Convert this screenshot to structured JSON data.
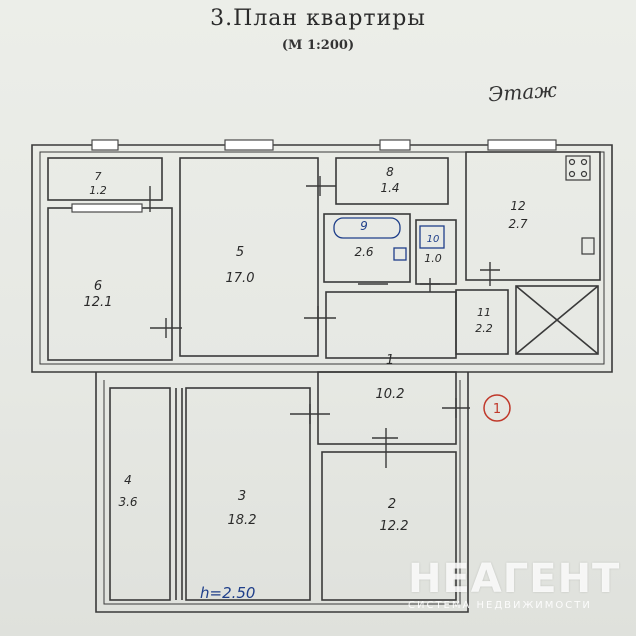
{
  "header": {
    "title": "3.План квартиры",
    "scale": "(М 1:200)",
    "floor_note": "Этаж"
  },
  "rooms": [
    {
      "number": "1",
      "area": "10.2"
    },
    {
      "number": "2",
      "area": "12.2"
    },
    {
      "number": "3",
      "area": "18.2"
    },
    {
      "number": "4",
      "area": "3.6"
    },
    {
      "number": "5",
      "area": "17.0"
    },
    {
      "number": "6",
      "area": "12.1"
    },
    {
      "number": "7",
      "area": "1.2"
    },
    {
      "number": "8",
      "area": "1.4"
    },
    {
      "number": "9",
      "area": "2.6"
    },
    {
      "number": "10",
      "area": "1.0"
    },
    {
      "number": "11",
      "area": "2.2"
    },
    {
      "number": "12",
      "area": "2.7"
    }
  ],
  "entrance_marker": "1",
  "ceiling_height": "h=2.50",
  "watermark": {
    "brand": "НЕАГЕНТ",
    "tagline": "СИСТЕМА НЕДВИЖИМОСТИ"
  },
  "colors": {
    "line": "#3a3a3a",
    "window": "#4a4a4a",
    "marker": "#c0392b",
    "pen": "#1f3f8a"
  }
}
